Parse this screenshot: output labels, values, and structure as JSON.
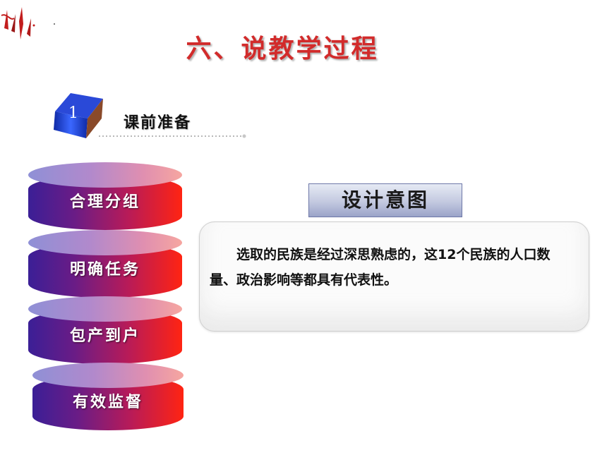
{
  "title": "六、说教学过程",
  "section": {
    "number": "1",
    "heading": "课前准备"
  },
  "steps": [
    {
      "label": "合理分组"
    },
    {
      "label": "明确任务"
    },
    {
      "label": "包产到户"
    },
    {
      "label": "有效监督"
    }
  ],
  "design_intent": {
    "title": "设计意图",
    "body": "选取的民族是经过深思熟虑的，这12个民族的人口数量、政治影响等都具有代表性。"
  },
  "colors": {
    "title_red": "#d22b2b",
    "cylinder_left": "#3b1f96",
    "cylinder_right": "#ff2412",
    "badge_blue": "#1c3fc4",
    "badge_side": "#8a4a2a"
  },
  "icons": {
    "corner": "brush-stroke-decoration",
    "badge": "numbered-cube-icon"
  }
}
